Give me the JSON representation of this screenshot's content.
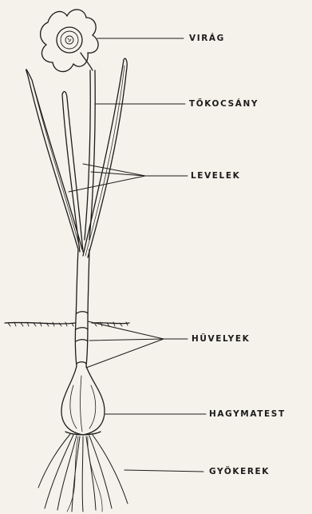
{
  "labels": {
    "flower": "VIRÁG",
    "stalk": "TŐKOCSÁNY",
    "leaves": "LEVELEK",
    "sheaths": "HÜVELYEK",
    "bulb": "HAGYMATEST",
    "roots": "GYÖKEREK"
  },
  "colors": {
    "ink": "#1c1c1c",
    "paper": "#f4f2ea"
  }
}
